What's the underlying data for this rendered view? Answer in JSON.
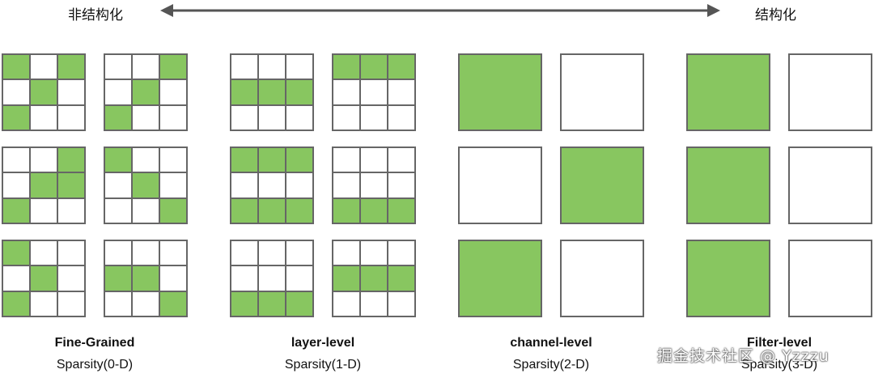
{
  "header": {
    "left_label": "非结构化",
    "right_label": "结构化"
  },
  "colors": {
    "fill": "#88c660",
    "grid_line": "#666666",
    "empty": "#ffffff"
  },
  "groups": [
    {
      "kind": "grid",
      "title": "Fine-Grained",
      "subtitle": "Sparsity(0-D)",
      "rows": [
        [
          [
            [
              1,
              0,
              1
            ],
            [
              0,
              1,
              0
            ],
            [
              1,
              0,
              0
            ]
          ],
          [
            [
              0,
              0,
              1
            ],
            [
              0,
              1,
              0
            ],
            [
              1,
              0,
              0
            ]
          ]
        ],
        [
          [
            [
              0,
              0,
              1
            ],
            [
              0,
              1,
              1
            ],
            [
              1,
              0,
              0
            ]
          ],
          [
            [
              1,
              0,
              0
            ],
            [
              0,
              1,
              0
            ],
            [
              0,
              0,
              1
            ]
          ]
        ],
        [
          [
            [
              1,
              0,
              0
            ],
            [
              0,
              1,
              0
            ],
            [
              1,
              0,
              0
            ]
          ],
          [
            [
              0,
              0,
              0
            ],
            [
              1,
              1,
              0
            ],
            [
              0,
              0,
              1
            ]
          ]
        ]
      ]
    },
    {
      "kind": "grid",
      "title": "layer-level",
      "subtitle": "Sparsity(1-D)",
      "rows": [
        [
          [
            [
              0,
              0,
              0
            ],
            [
              1,
              1,
              1
            ],
            [
              0,
              0,
              0
            ]
          ],
          [
            [
              1,
              1,
              1
            ],
            [
              0,
              0,
              0
            ],
            [
              0,
              0,
              0
            ]
          ]
        ],
        [
          [
            [
              1,
              1,
              1
            ],
            [
              0,
              0,
              0
            ],
            [
              1,
              1,
              1
            ]
          ],
          [
            [
              0,
              0,
              0
            ],
            [
              0,
              0,
              0
            ],
            [
              1,
              1,
              1
            ]
          ]
        ],
        [
          [
            [
              0,
              0,
              0
            ],
            [
              0,
              0,
              0
            ],
            [
              1,
              1,
              1
            ]
          ],
          [
            [
              0,
              0,
              0
            ],
            [
              1,
              1,
              1
            ],
            [
              0,
              0,
              0
            ]
          ]
        ]
      ]
    },
    {
      "kind": "block",
      "title": "channel-level",
      "subtitle": "Sparsity(2-D)",
      "rows": [
        [
          1,
          0
        ],
        [
          0,
          1
        ],
        [
          1,
          0
        ]
      ]
    },
    {
      "kind": "block",
      "title": "Filter-level",
      "subtitle": "Sparsity(3-D)",
      "rows": [
        [
          1,
          0
        ],
        [
          1,
          0
        ],
        [
          1,
          0
        ]
      ]
    }
  ],
  "watermark": "掘金技术社区 @ Yzzzu"
}
